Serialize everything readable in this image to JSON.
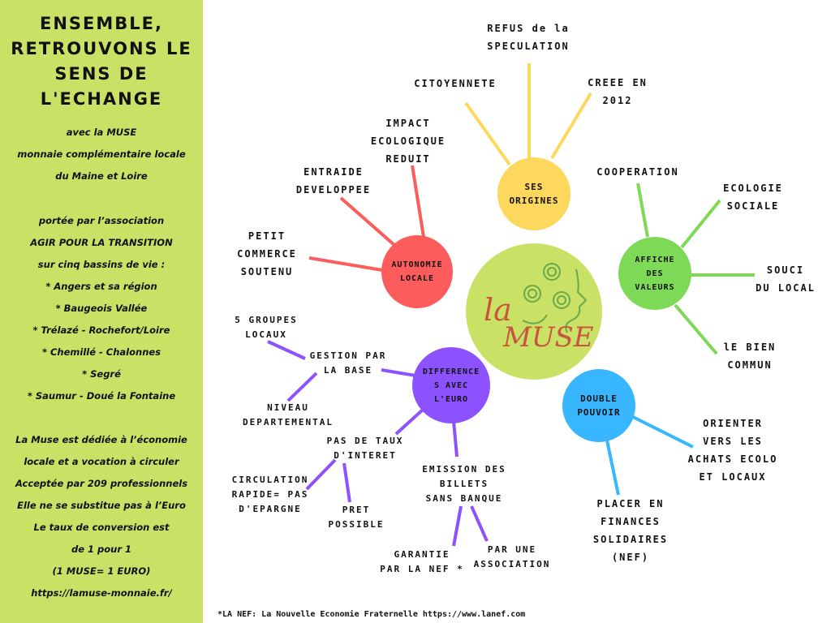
{
  "sidebar": {
    "title": "ENSEMBLE,\nRETROUVONS LE\nSENS DE\nL'ECHANGE",
    "lines": [
      "avec la MUSE",
      "monnaie complémentaire locale",
      "du Maine et Loire",
      "portée par l’association",
      "AGIR POUR LA TRANSITION",
      "sur cinq bassins de vie :",
      "* Angers et sa région",
      "* Baugeois Vallée",
      "* Trélazé - Rochefort/Loire",
      "* Chemillé - Chalonnes",
      "* Segré",
      "* Saumur - Doué la Fontaine",
      "La Muse est dédiée à l’économie",
      "locale et a vocation à circuler",
      "Acceptée par 209 professionnels",
      "Elle ne se substitue pas à l’Euro",
      "Le taux de conversion est",
      "de 1 pour 1",
      "(1 MUSE= 1 EURO)",
      "https://lamuse-monnaie.fr/"
    ],
    "background": "#c9e265"
  },
  "center": {
    "logo_small": "la",
    "logo_big": "MUSE",
    "color": "#c9e265",
    "text_color": "#c8553d"
  },
  "branches": {
    "origines": {
      "label": "SES\nORIGINES",
      "color": "#fdd85d",
      "children": [
        "REFUS de la\nSPECULATION",
        "CITOYENNETE",
        "CREEE EN\n2012"
      ]
    },
    "autonomie": {
      "label": "AUTONOMIE\nLOCALE",
      "color": "#fc5c5c",
      "children": [
        "IMPACT\nECOLOGIQUE\nREDUIT",
        "ENTRAIDE\nDEVELOPPEE",
        "PETIT\nCOMMERCE\nSOUTENU"
      ]
    },
    "valeurs": {
      "label": "AFFICHE\nDES\nVALEURS",
      "color": "#7ed957",
      "children": [
        "COOPERATION",
        "ECOLOGIE\nSOCIALE",
        "SOUCI\nDU LOCAL",
        "lE BIEN\nCOMMUN"
      ]
    },
    "pouvoir": {
      "label": "DOUBLE\nPOUVOIR",
      "color": "#38b6ff",
      "children": [
        "ORIENTER\nVERS LES\nACHATS ECOLO\nET LOCAUX",
        "PLACER EN\nFINANCES\nSOLIDAIRES\n(NEF)"
      ]
    },
    "euro": {
      "label": "DIFFERENCE\nS AVEC\nL'EURO",
      "color": "#8c52ff",
      "children": [
        "GESTION PAR\nLA BASE",
        "5 GROUPES\nLOCAUX",
        "NIVEAU\nDEPARTEMENTAL",
        "PAS DE TAUX\nD'INTERET",
        "CIRCULATION\nRAPIDE= PAS\nD'EPARGNE",
        "PRET\nPOSSIBLE",
        "EMISSION DES\nBILLETS\nSANS BANQUE",
        "GARANTIE\nPAR LA NEF *",
        "PAR UNE\nASSOCIATION"
      ]
    }
  },
  "footnote": "*LA NEF: La Nouvelle Economie Fraternelle https://www.lanef.com"
}
